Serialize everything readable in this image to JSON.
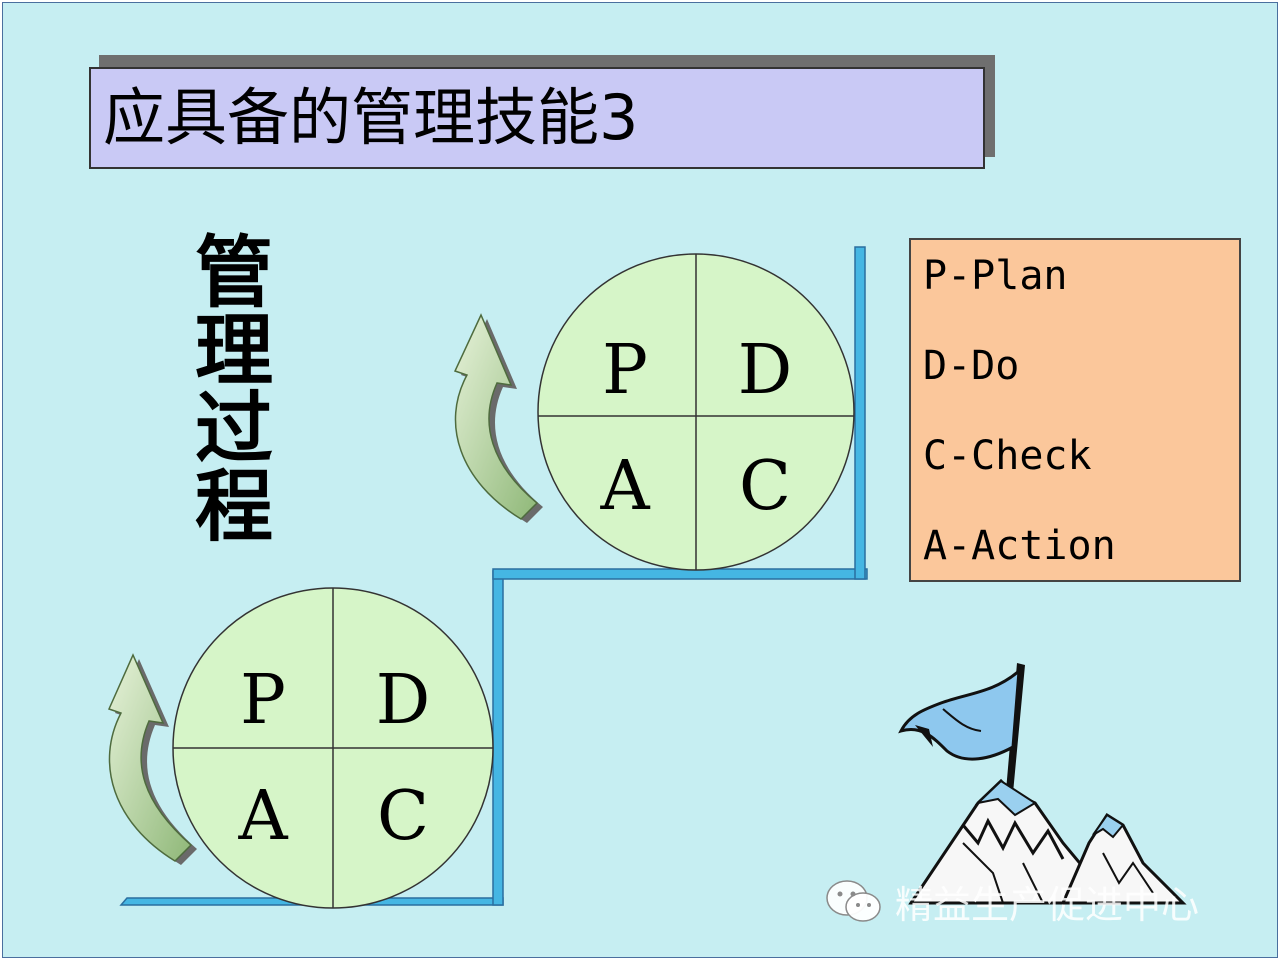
{
  "title": "应具备的管理技能3",
  "vertical_label": "管理过程",
  "cycles": [
    {
      "quadrants": {
        "top_left": "P",
        "top_right": "D",
        "bottom_left": "A",
        "bottom_right": "C"
      }
    },
    {
      "quadrants": {
        "top_left": "P",
        "top_right": "D",
        "bottom_left": "A",
        "bottom_right": "C"
      }
    }
  ],
  "legend": {
    "items": [
      "P-Plan",
      "D-Do",
      "C-Check",
      "A-Action"
    ]
  },
  "watermark": {
    "text": "精益生产促进中心",
    "icon": "wechat-icon"
  },
  "colors": {
    "background": "#c6eef2",
    "title_fill": "#c9c9f5",
    "circle_fill": "#d6f5c8",
    "legend_fill": "#fbc79b",
    "stair_line": "#45b6e3",
    "arrow_fill": "#a9c78f"
  }
}
